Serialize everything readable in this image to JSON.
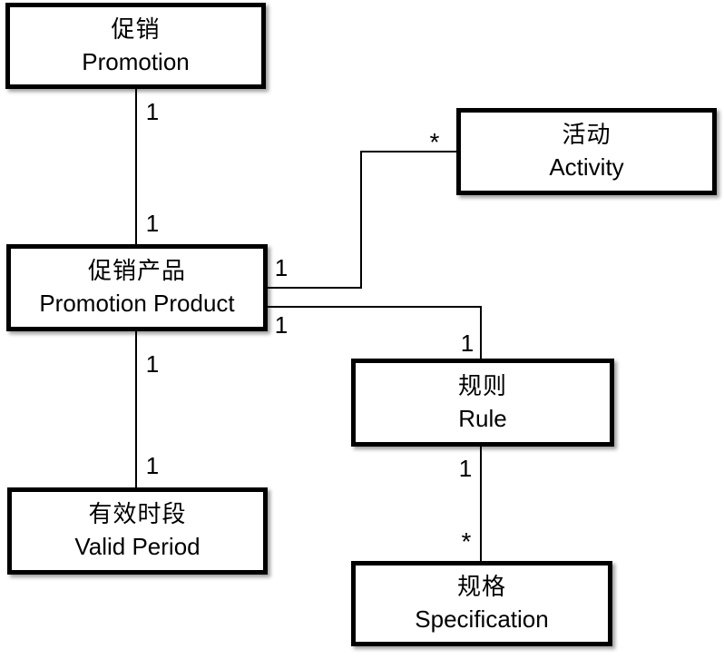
{
  "nodes": {
    "promotion": {
      "zh": "促销",
      "en": "Promotion"
    },
    "activity": {
      "zh": "活动",
      "en": "Activity"
    },
    "promotion_product": {
      "zh": "促销产品",
      "en": "Promotion Product"
    },
    "rule": {
      "zh": "规则",
      "en": "Rule"
    },
    "valid_period": {
      "zh": "有效时段",
      "en": "Valid Period"
    },
    "specification": {
      "zh": "规格",
      "en": "Specification"
    }
  },
  "relations": [
    {
      "from": "promotion",
      "to": "promotion_product",
      "from_mult": "1",
      "to_mult": "1"
    },
    {
      "from": "promotion_product",
      "to": "activity",
      "from_mult": "1",
      "to_mult": "*"
    },
    {
      "from": "promotion_product",
      "to": "rule",
      "from_mult": "1",
      "to_mult": "1"
    },
    {
      "from": "promotion_product",
      "to": "valid_period",
      "from_mult": "1",
      "to_mult": "1"
    },
    {
      "from": "rule",
      "to": "specification",
      "from_mult": "1",
      "to_mult": "*"
    }
  ],
  "colors": {
    "box_border": "#000000",
    "box_background": "#ffffff",
    "line": "#000000",
    "text": "#000000"
  }
}
